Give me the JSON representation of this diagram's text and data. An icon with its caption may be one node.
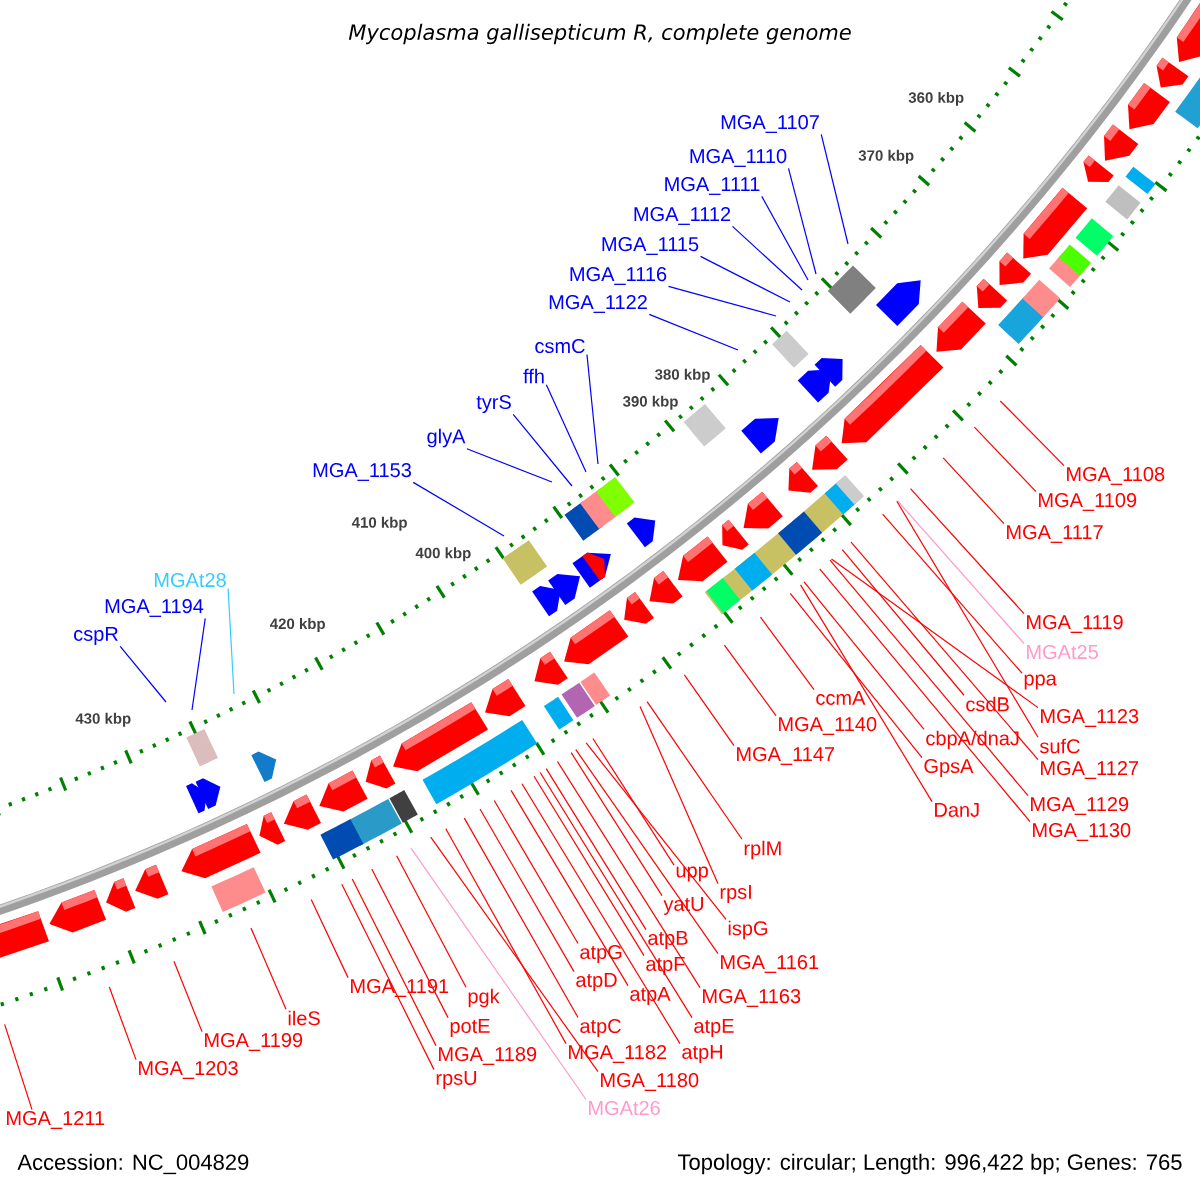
{
  "diagram": {
    "title": "Mycoplasma gallisepticum R, complete genome",
    "nodes": [
      {
        "text": [
          "MGA_1107"
        ]
      },
      {
        "text": [
          "MGA_1110"
        ]
      },
      {
        "text": [
          "MGA_1111"
        ]
      },
      {
        "text": [
          "MGA_1112"
        ]
      },
      {
        "text": [
          "MGA_1115"
        ]
      },
      {
        "text": [
          "MGA_1116"
        ]
      },
      {
        "text": [
          "MGA_1122"
        ]
      },
      {
        "text": [
          "csmC"
        ]
      },
      {
        "text": [
          "ffh"
        ]
      },
      {
        "text": [
          "tyrS"
        ]
      },
      {
        "text": [
          "glyA"
        ]
      },
      {
        "text": [
          "MGA_1153"
        ]
      },
      {
        "text": [
          "MGAt28"
        ]
      },
      {
        "text": [
          "MGA_1194"
        ]
      },
      {
        "text": [
          "cspR"
        ]
      },
      {
        "text": [
          "MGA_1108"
        ]
      },
      {
        "text": [
          "MGA_1109"
        ]
      },
      {
        "text": [
          "MGA_1117"
        ]
      },
      {
        "text": [
          "MGA_1119"
        ]
      },
      {
        "text": [
          "MGAt25"
        ]
      },
      {
        "text": [
          "ppa"
        ]
      },
      {
        "text": [
          "csdB"
        ]
      },
      {
        "text": [
          "MGA_1123"
        ]
      },
      {
        "text": [
          "sufC"
        ]
      },
      {
        "text": [
          "MGA_1127"
        ]
      },
      {
        "text": [
          "ccmA"
        ]
      },
      {
        "text": [
          "MGA_1140"
        ]
      },
      {
        "text": [
          "cbpA/dnaJ"
        ]
      },
      {
        "text": [
          "GpsA"
        ]
      },
      {
        "text": [
          "MGA_1129"
        ]
      },
      {
        "text": [
          "DanJ"
        ]
      },
      {
        "text": [
          "MGA_1130"
        ]
      },
      {
        "text": [
          "MGA_1147"
        ]
      },
      {
        "text": [
          "rplM"
        ]
      },
      {
        "text": [
          "upp"
        ]
      },
      {
        "text": [
          "rpsI"
        ]
      },
      {
        "text": [
          "yatU"
        ]
      },
      {
        "text": [
          "ispG"
        ]
      },
      {
        "text": [
          "atpB"
        ]
      },
      {
        "text": [
          "MGA_1161"
        ]
      },
      {
        "text": [
          "atpF"
        ]
      },
      {
        "text": [
          "atpG"
        ]
      },
      {
        "text": [
          "atpD"
        ]
      },
      {
        "text": [
          "atpA"
        ]
      },
      {
        "text": [
          "MGA_1163"
        ]
      },
      {
        "text": [
          "atpE"
        ]
      },
      {
        "text": [
          "atpC"
        ]
      },
      {
        "text": [
          "atpH"
        ]
      },
      {
        "text": [
          "MGA_1182"
        ]
      },
      {
        "text": [
          "MGA_1180"
        ]
      },
      {
        "text": [
          "MGAt26"
        ]
      },
      {
        "text": [
          "MGA_1191"
        ]
      },
      {
        "text": [
          "pgk"
        ]
      },
      {
        "text": [
          "potE"
        ]
      },
      {
        "text": [
          "MGA_1189"
        ]
      },
      {
        "text": [
          "rpsU"
        ]
      },
      {
        "text": [
          "ileS"
        ]
      },
      {
        "text": [
          "MGA_1199"
        ]
      },
      {
        "text": [
          "MGA_1203"
        ]
      },
      {
        "text": [
          "MGA_1211"
        ]
      }
    ],
    "edges": [
      {
        "from": 0,
        "to": null,
        "arrow": "none",
        "color": "#0000ff"
      },
      {
        "from": 1,
        "to": null,
        "arrow": "none",
        "color": "#0000ff"
      },
      {
        "from": 2,
        "to": null,
        "arrow": "none",
        "color": "#0000ff"
      },
      {
        "from": 3,
        "to": null,
        "arrow": "none",
        "color": "#0000ff"
      },
      {
        "from": 4,
        "to": null,
        "arrow": "none",
        "color": "#0000ff"
      },
      {
        "from": 5,
        "to": null,
        "arrow": "none",
        "color": "#0000ff"
      },
      {
        "from": 6,
        "to": null,
        "arrow": "none",
        "color": "#0000ff"
      },
      {
        "from": 7,
        "to": null,
        "arrow": "none",
        "color": "#0000ff"
      },
      {
        "from": 8,
        "to": null,
        "arrow": "none",
        "color": "#0000ff"
      },
      {
        "from": 9,
        "to": null,
        "arrow": "none",
        "color": "#0000ff"
      },
      {
        "from": 10,
        "to": null,
        "arrow": "none",
        "color": "#0000ff"
      },
      {
        "from": 11,
        "to": null,
        "arrow": "none",
        "color": "#0000ff"
      },
      {
        "from": 12,
        "to": null,
        "arrow": "none",
        "color": "#33ccff"
      },
      {
        "from": 13,
        "to": null,
        "arrow": "none",
        "color": "#0000ff"
      },
      {
        "from": 14,
        "to": null,
        "arrow": "none",
        "color": "#0000ff"
      },
      {
        "from": 15,
        "to": null,
        "arrow": "none"
      },
      {
        "from": 16,
        "to": null,
        "arrow": "none"
      },
      {
        "from": 17,
        "to": null,
        "arrow": "none"
      },
      {
        "from": 18,
        "to": null,
        "arrow": "none"
      },
      {
        "from": 19,
        "to": null,
        "arrow": "none",
        "color": "#ff99cc"
      },
      {
        "from": 20,
        "to": null,
        "arrow": "none"
      },
      {
        "from": 21,
        "to": null,
        "arrow": "none"
      },
      {
        "from": 22,
        "to": null,
        "arrow": "none"
      },
      {
        "from": 23,
        "to": null,
        "arrow": "none"
      },
      {
        "from": 24,
        "to": null,
        "arrow": "none"
      },
      {
        "from": 25,
        "to": null,
        "arrow": "none"
      },
      {
        "from": 26,
        "to": null,
        "arrow": "none"
      },
      {
        "from": 27,
        "to": null,
        "arrow": "none"
      },
      {
        "from": 28,
        "to": null,
        "arrow": "none"
      },
      {
        "from": 29,
        "to": null,
        "arrow": "none"
      },
      {
        "from": 30,
        "to": null,
        "arrow": "none"
      },
      {
        "from": 31,
        "to": null,
        "arrow": "none"
      },
      {
        "from": 32,
        "to": null,
        "arrow": "none"
      },
      {
        "from": 33,
        "to": null,
        "arrow": "none"
      },
      {
        "from": 34,
        "to": null,
        "arrow": "none"
      },
      {
        "from": 35,
        "to": null,
        "arrow": "none"
      },
      {
        "from": 36,
        "to": null,
        "arrow": "none"
      },
      {
        "from": 37,
        "to": null,
        "arrow": "none"
      },
      {
        "from": 38,
        "to": null,
        "arrow": "none"
      },
      {
        "from": 39,
        "to": null,
        "arrow": "none"
      },
      {
        "from": 40,
        "to": null,
        "arrow": "none"
      },
      {
        "from": 41,
        "to": null,
        "arrow": "none"
      },
      {
        "from": 42,
        "to": null,
        "arrow": "none"
      },
      {
        "from": 43,
        "to": null,
        "arrow": "none"
      },
      {
        "from": 44,
        "to": null,
        "arrow": "none"
      },
      {
        "from": 45,
        "to": null,
        "arrow": "none"
      },
      {
        "from": 46,
        "to": null,
        "arrow": "none"
      },
      {
        "from": 47,
        "to": null,
        "arrow": "none"
      },
      {
        "from": 48,
        "to": null,
        "arrow": "none"
      },
      {
        "from": 49,
        "to": null,
        "arrow": "none"
      },
      {
        "from": 50,
        "to": null,
        "arrow": "none",
        "color": "#ff99cc"
      },
      {
        "from": 51,
        "to": null,
        "arrow": "none"
      },
      {
        "from": 52,
        "to": null,
        "arrow": "none"
      },
      {
        "from": 53,
        "to": null,
        "arrow": "none"
      },
      {
        "from": 54,
        "to": null,
        "arrow": "none"
      },
      {
        "from": 55,
        "to": null,
        "arrow": "none"
      },
      {
        "from": 56,
        "to": null,
        "arrow": "none"
      },
      {
        "from": 57,
        "to": null,
        "arrow": "none"
      },
      {
        "from": 58,
        "to": null,
        "arrow": "none"
      },
      {
        "from": 59,
        "to": null,
        "arrow": "none"
      }
    ],
    "labels": [
      "360 kbp",
      "370 kbp",
      "380 kbp",
      "390 kbp",
      "400 kbp",
      "410 kbp",
      "420 kbp",
      "430 kbp",
      "Accession: NC_004829",
      "Topology: circular; Length: 996,422 bp; Genes: 765"
    ]
  }
}
